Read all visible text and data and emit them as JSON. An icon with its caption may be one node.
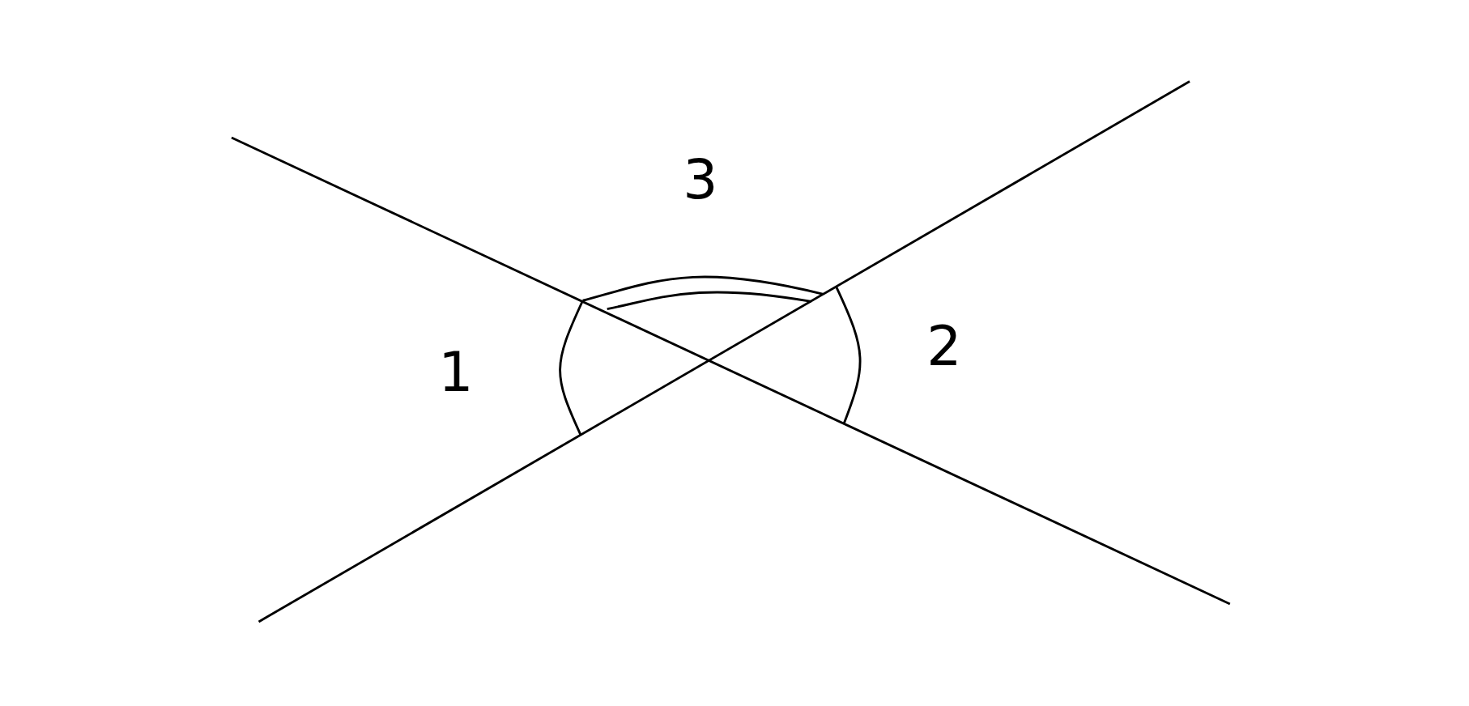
{
  "diagram": {
    "labels": [
      "3",
      "1",
      "2"
    ]
  }
}
